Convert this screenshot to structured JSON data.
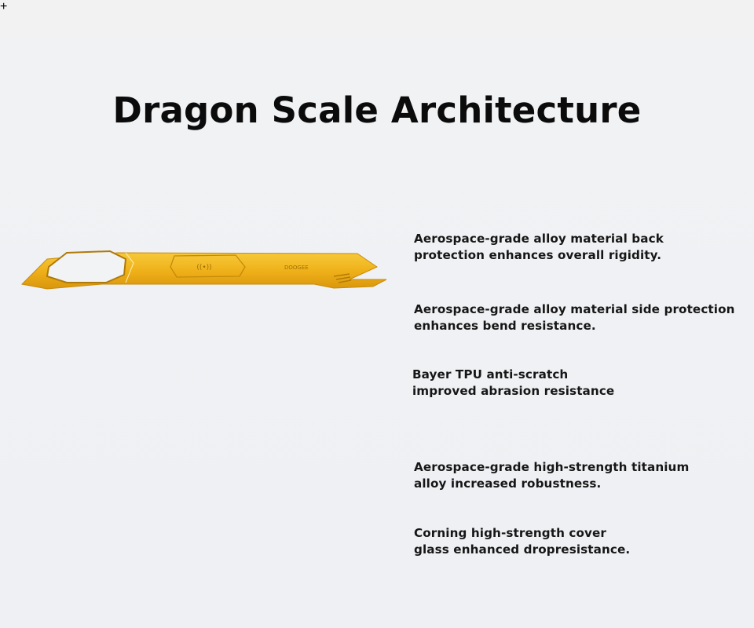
{
  "title": "Dragon Scale Architecture",
  "colors": {
    "background": "#f1f2f4",
    "accent_yellow": "#f0b41c",
    "body_dark": "#2a2b2d",
    "text": "#161616"
  },
  "layers": [
    {
      "name": "back-protection",
      "icon": "yellow-alloy-back-plate",
      "line1": "Aerospace-grade alloy material back",
      "line2": "protection enhances overall rigidity."
    },
    {
      "name": "side-protection",
      "icon": "yellow-alloy-side-frame",
      "line1": "Aerospace-grade alloy material side protection",
      "line2": "enhances bend resistance."
    },
    {
      "name": "tpu-body",
      "icon": "black-tpu-phone-body",
      "line1": "Bayer TPU anti-scratch",
      "line2": "improved abrasion resistance"
    },
    {
      "name": "titanium-midframe",
      "icon": "titanium-mid-frame",
      "line1": "Aerospace-grade high-strength titanium",
      "line2": "alloy increased robustness."
    },
    {
      "name": "cover-glass",
      "icon": "cover-glass-panel",
      "line1": "Corning high-strength cover",
      "line2": "glass enhanced dropresistance."
    }
  ]
}
